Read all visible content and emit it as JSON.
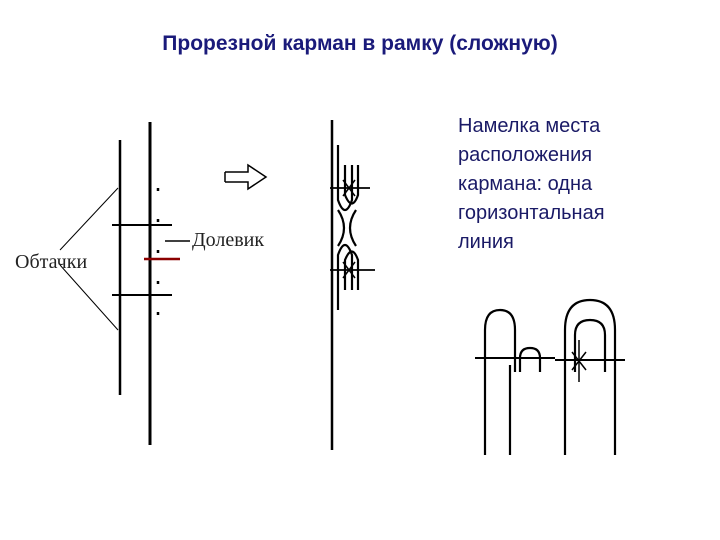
{
  "slide": {
    "title": "Прорезной карман в рамку (сложную)",
    "note_lines": [
      "Намелка места",
      "расположения",
      "кармана: одна",
      "горизонтальная",
      "линия"
    ],
    "labels": {
      "facings": "Обтачки",
      "grain": "Долевик"
    },
    "colors": {
      "title": "#1a1a7a",
      "note": "#1a1a66",
      "lines": "#000000",
      "marking": "#8b0000"
    }
  }
}
